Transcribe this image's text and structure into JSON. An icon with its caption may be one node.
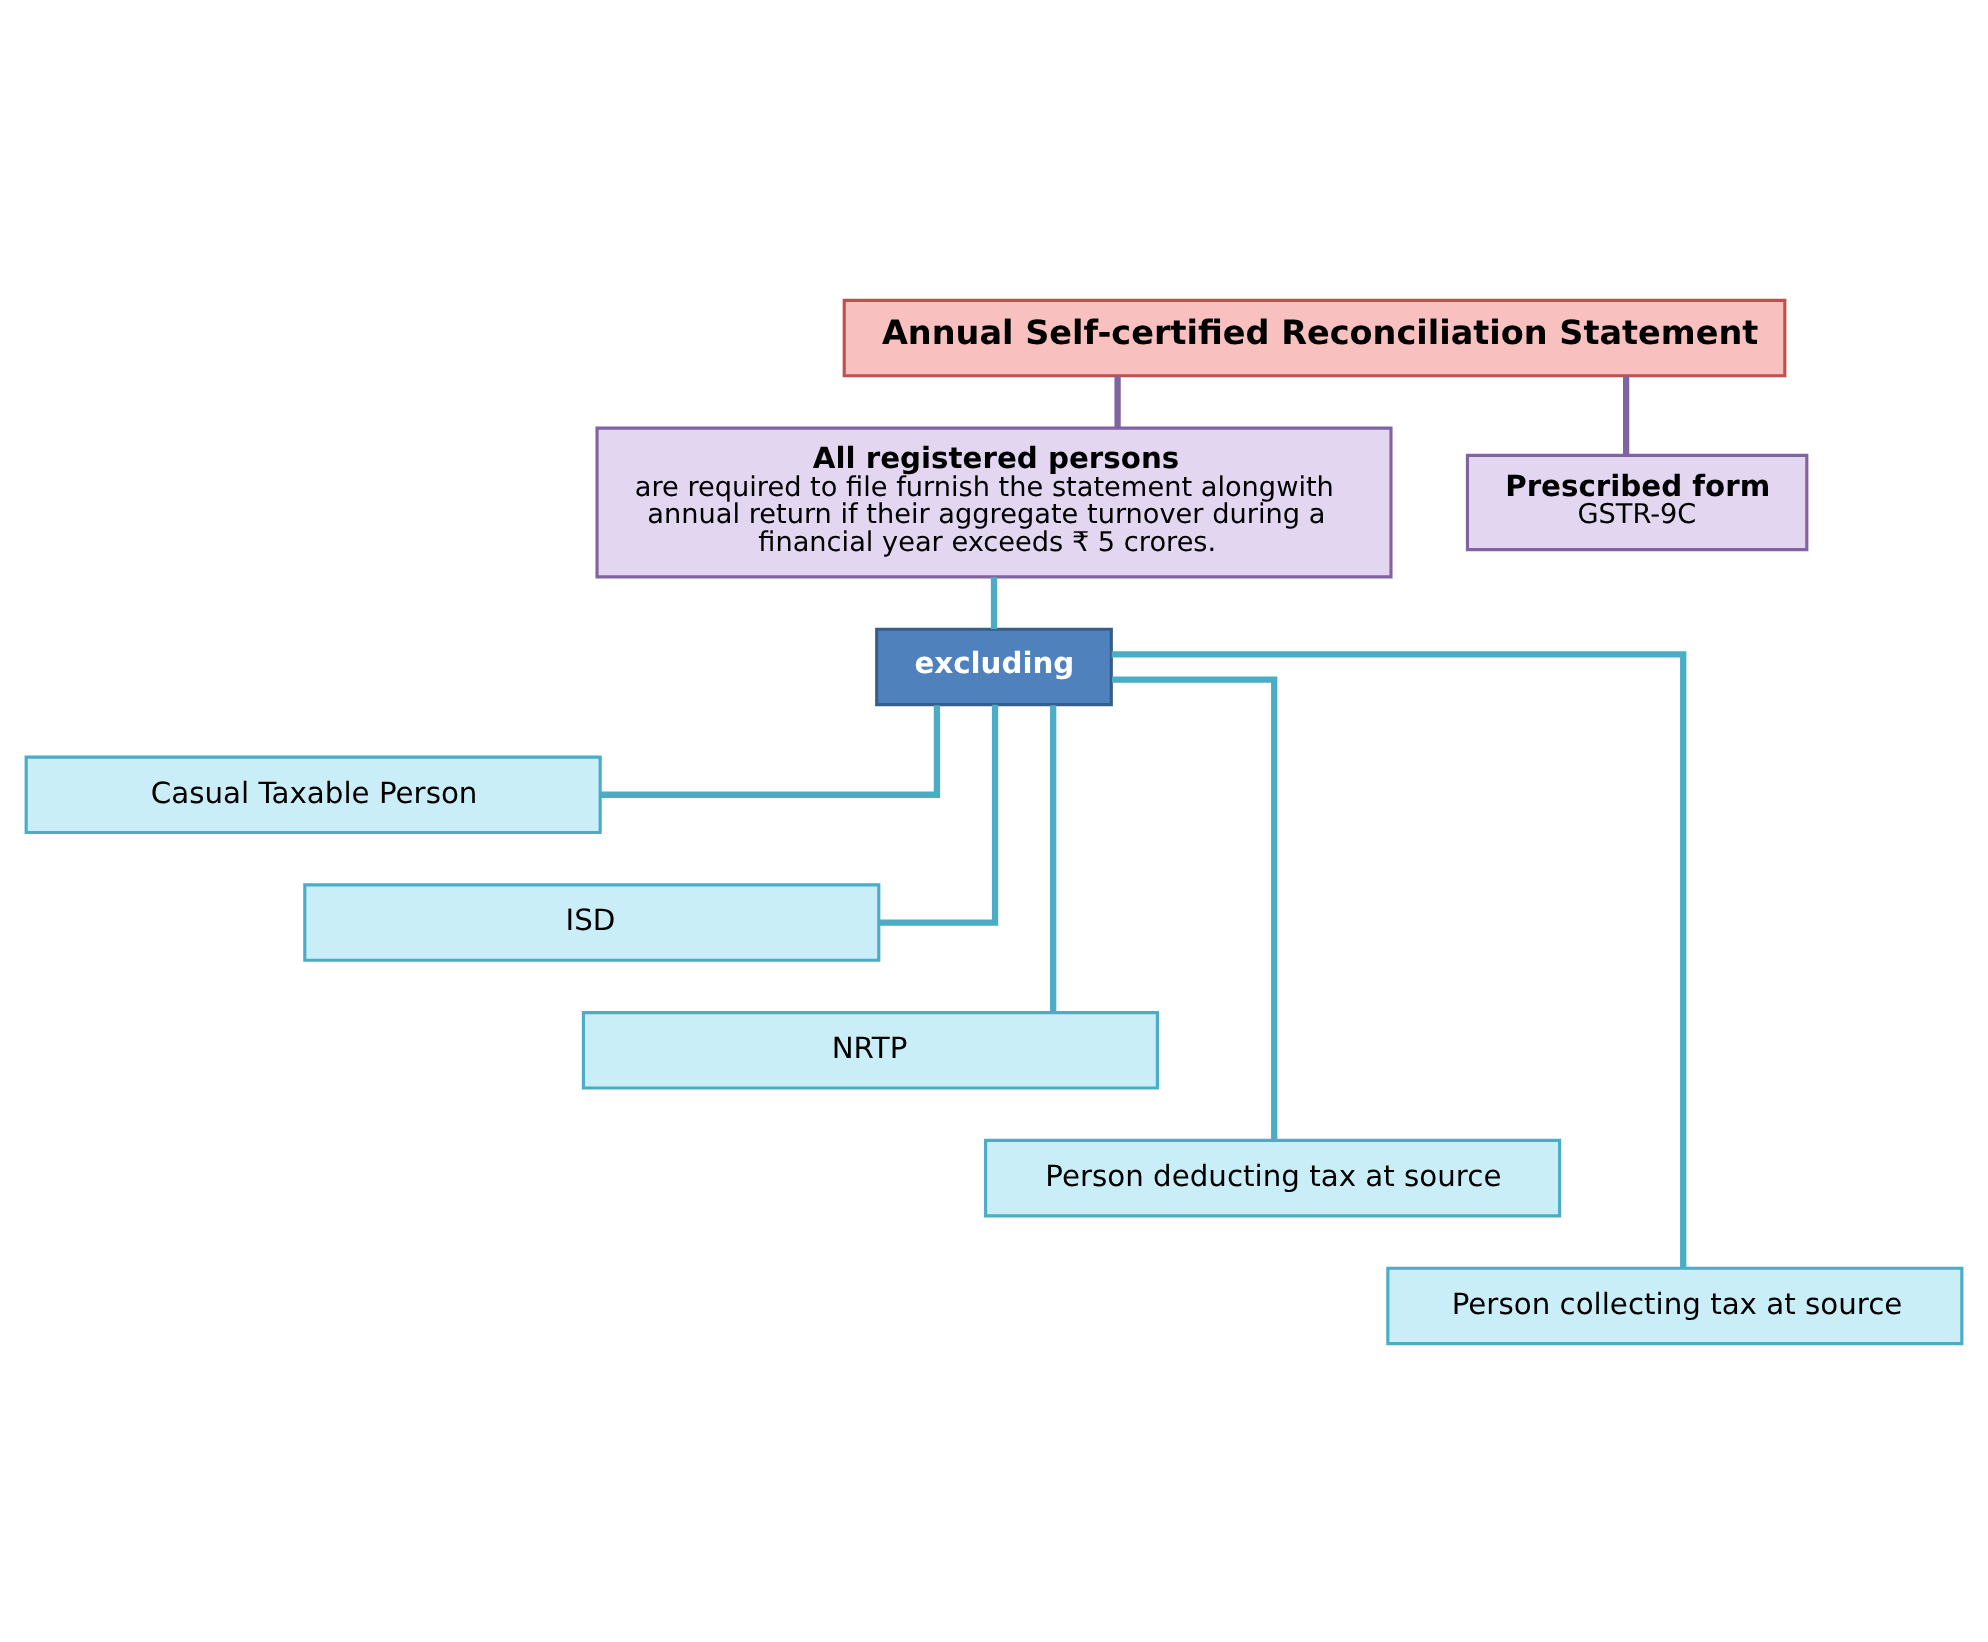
{
  "diagram": {
    "nodes": [
      {
        "text": [
          "Annual Self-certified Reconciliation Statement"
        ]
      },
      {
        "text": [
          "All registered persons",
          "are required to file furnish the statement alongwith annual return if their aggregate turnover during a financial year exceeds ₹ 5 crores."
        ]
      },
      {
        "text": [
          "Prescribed form",
          "GSTR-9C"
        ]
      },
      {
        "text": [
          "excluding"
        ]
      },
      {
        "text": [
          "Casual Taxable Person"
        ]
      },
      {
        "text": [
          "ISD"
        ]
      },
      {
        "text": [
          "NRTP"
        ]
      },
      {
        "text": [
          "Person deducting tax at source"
        ]
      },
      {
        "text": [
          "Person collecting tax at source"
        ]
      }
    ],
    "edges": [
      {
        "from": 0,
        "to": 1,
        "arrow": "none",
        "color": "#8064a2"
      },
      {
        "from": 0,
        "to": 2,
        "arrow": "none",
        "color": "#8064a2"
      },
      {
        "from": 1,
        "to": 3,
        "arrow": "none"
      },
      {
        "from": 3,
        "to": 4,
        "arrow": "none"
      },
      {
        "from": 3,
        "to": 5,
        "arrow": "none"
      },
      {
        "from": 3,
        "to": 6,
        "arrow": "none"
      },
      {
        "from": 3,
        "to": 7,
        "arrow": "none"
      },
      {
        "from": 3,
        "to": 8,
        "arrow": "none"
      }
    ]
  }
}
